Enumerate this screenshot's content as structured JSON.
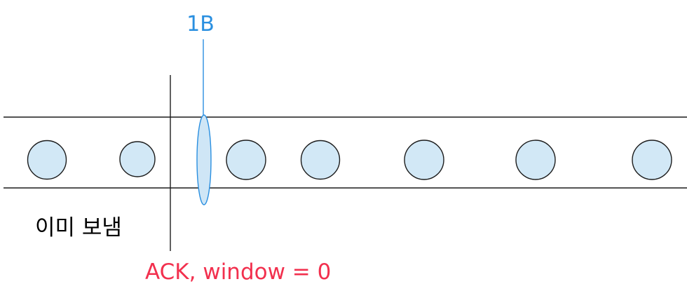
{
  "labels": {
    "segment": "1B",
    "already_sent": "이미 보냄",
    "ack": "ACK, window = 0"
  },
  "colors": {
    "packet_fill": "#d2e8f6",
    "packet_stroke": "#1c1c1c",
    "probe_stroke": "#2a8fe0",
    "probe_fill": "#cfe6f6",
    "line": "#1c1c1c",
    "ack_text": "#f2304e",
    "segment_text": "#2a8fe0"
  },
  "stream": {
    "packet_count": 7,
    "probe_segment": "1B"
  }
}
